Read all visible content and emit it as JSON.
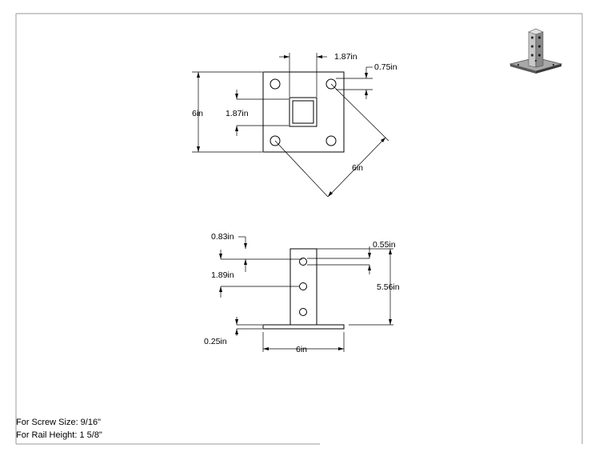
{
  "top_view": {
    "width_label": "6in",
    "tube_width_label": "1.87in",
    "hole_offset_label": "0.75in",
    "tube_height_label": "1.87in",
    "diagonal_label": "6in"
  },
  "side_view": {
    "top_hole_offset_label": "0.83in",
    "hole_diameter_label": "0.55in",
    "hole_spacing_label": "1.89in",
    "height_label": "5.56in",
    "plate_thickness_label": "0.25in",
    "base_width_label": "6in"
  },
  "notes": {
    "screw_size": "For Screw Size: 9/16\"",
    "rail_height": "For Rail Height: 1 5/8\""
  },
  "colors": {
    "line": "#000000",
    "frame": "#9a9a9a",
    "iso_dark": "#4a4a4a",
    "iso_mid": "#8a8a8a",
    "iso_light": "#c8c8c8"
  }
}
